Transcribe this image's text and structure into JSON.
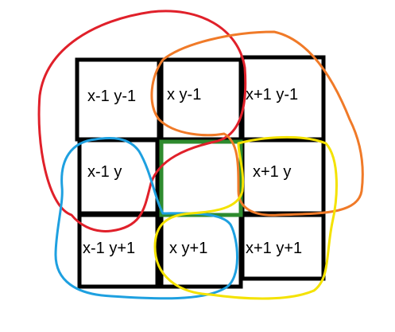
{
  "grid": {
    "cells": [
      {
        "id": "nw",
        "label": "x-1 y-1"
      },
      {
        "id": "n",
        "label": "x y-1"
      },
      {
        "id": "ne",
        "label": "x+1 y-1"
      },
      {
        "id": "w",
        "label": "x-1 y"
      },
      {
        "id": "c",
        "label": ""
      },
      {
        "id": "e",
        "label": "x+1 y"
      },
      {
        "id": "sw",
        "label": "x-1 y+1"
      },
      {
        "id": "s",
        "label": "x y+1"
      },
      {
        "id": "se",
        "label": "x+1 y+1"
      }
    ],
    "center_highlight_color": "#2e8b2e"
  },
  "loops": [
    {
      "name": "red-loop",
      "color": "#e0202a"
    },
    {
      "name": "orange-loop",
      "color": "#f07a28"
    },
    {
      "name": "blue-loop",
      "color": "#1ea0e0"
    },
    {
      "name": "yellow-loop",
      "color": "#f4e200"
    }
  ]
}
